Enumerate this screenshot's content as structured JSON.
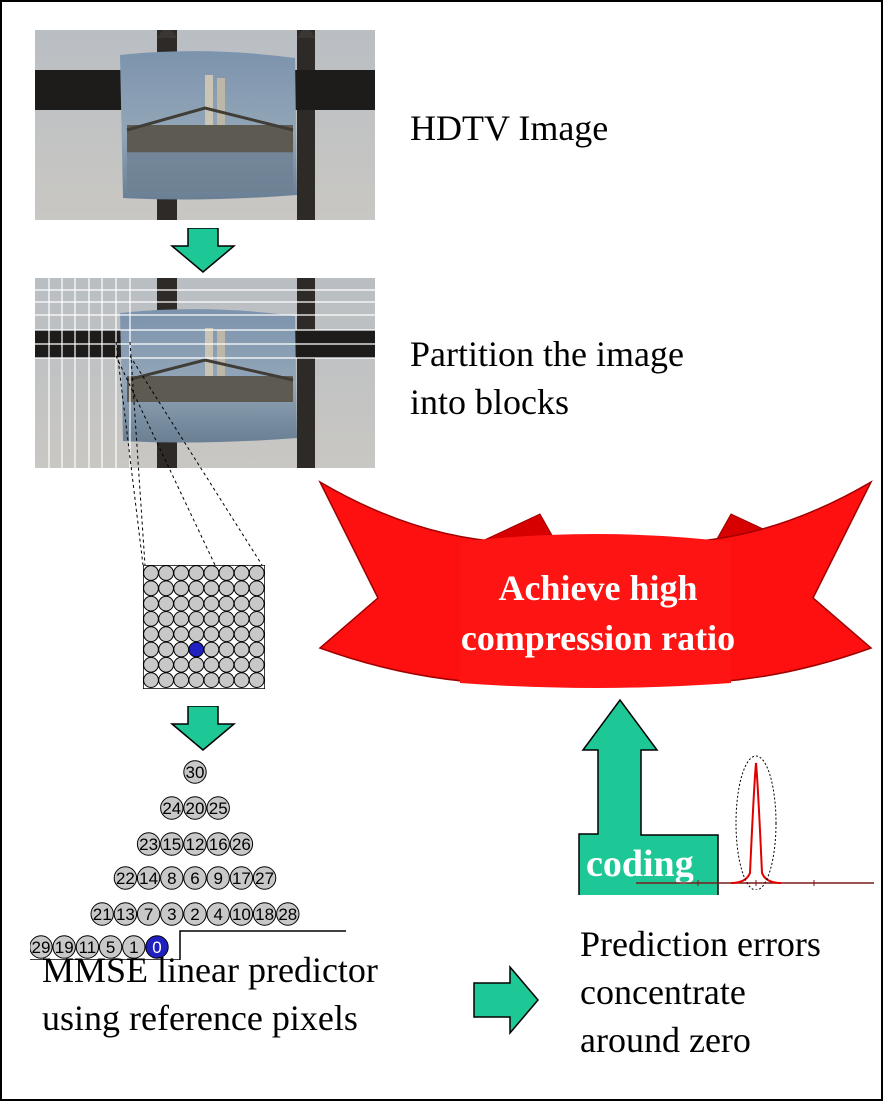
{
  "hdtv_label": "HDTV Image",
  "partition_label_line1": "Partition the image",
  "partition_label_line2": "into blocks",
  "banner_line1": "Achieve high",
  "banner_line2": "compression ratio",
  "coding_label": "coding",
  "predictor_label_line1": "MMSE linear predictor",
  "predictor_label_line2": "using reference pixels",
  "errors_label_line1": "Prediction errors",
  "errors_label_line2": "concentrate",
  "errors_label_line3": "around zero",
  "pyramid": {
    "rows": [
      [
        "30"
      ],
      [
        "24",
        "20",
        "25"
      ],
      [
        "23",
        "15",
        "12",
        "16",
        "26"
      ],
      [
        "22",
        "14",
        "8",
        "6",
        "9",
        "17",
        "27"
      ],
      [
        "21",
        "13",
        "7",
        "3",
        "2",
        "4",
        "10",
        "18",
        "28"
      ],
      [
        "29",
        "19",
        "11",
        "5",
        "1",
        "0"
      ]
    ]
  },
  "colors": {
    "arrow_fill": "#1ec896",
    "banner_red": "#ff1010",
    "pixel_gray": "#c8c8c8",
    "target_blue": "#2020c0",
    "curve_red": "#e00000"
  }
}
